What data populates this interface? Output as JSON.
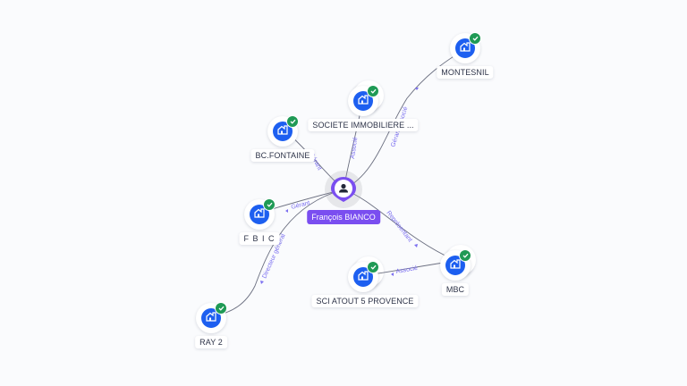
{
  "center": {
    "name": "François BIANCO",
    "icon": "person-icon",
    "color": "#7a4ef0"
  },
  "colors": {
    "company": "#1d5ff0",
    "verified": "#1f9a55",
    "edge_label": "#7b6ff0",
    "edge": "#6b6f80",
    "background": "#fafbfd"
  },
  "nodes": [
    {
      "id": "montesnil",
      "label": "MONTESNIL",
      "icon": "company-icon",
      "verified": true,
      "stacked": false
    },
    {
      "id": "societe",
      "label": "SOCIETE IMMOBILIERE ...",
      "icon": "company-icon",
      "verified": true,
      "stacked": true
    },
    {
      "id": "bcfontaine",
      "label": "BC.FONTAINE",
      "icon": "company-icon",
      "verified": true,
      "stacked": false
    },
    {
      "id": "fbic",
      "label": "F B I C",
      "icon": "company-icon",
      "verified": true,
      "stacked": false
    },
    {
      "id": "mbc",
      "label": "MBC",
      "icon": "company-icon",
      "verified": true,
      "stacked": true
    },
    {
      "id": "sciatout",
      "label": "SCI ATOUT 5 PROVENCE",
      "icon": "company-icon",
      "verified": true,
      "stacked": true
    },
    {
      "id": "ray2",
      "label": "RAY 2",
      "icon": "company-icon",
      "verified": true,
      "stacked": false
    }
  ],
  "edges": [
    {
      "from": "center",
      "to": "montesnil",
      "label": "Gérant associé"
    },
    {
      "from": "center",
      "to": "societe",
      "label": "Associé"
    },
    {
      "from": "center",
      "to": "bcfontaine",
      "label": "Gérant"
    },
    {
      "from": "center",
      "to": "fbic",
      "label": "Gérant"
    },
    {
      "from": "center",
      "to": "mbc",
      "label": "Représentant"
    },
    {
      "from": "mbc",
      "to": "sciatout",
      "label": "Associé"
    },
    {
      "from": "center",
      "to": "ray2",
      "label": "Directeur général"
    }
  ]
}
